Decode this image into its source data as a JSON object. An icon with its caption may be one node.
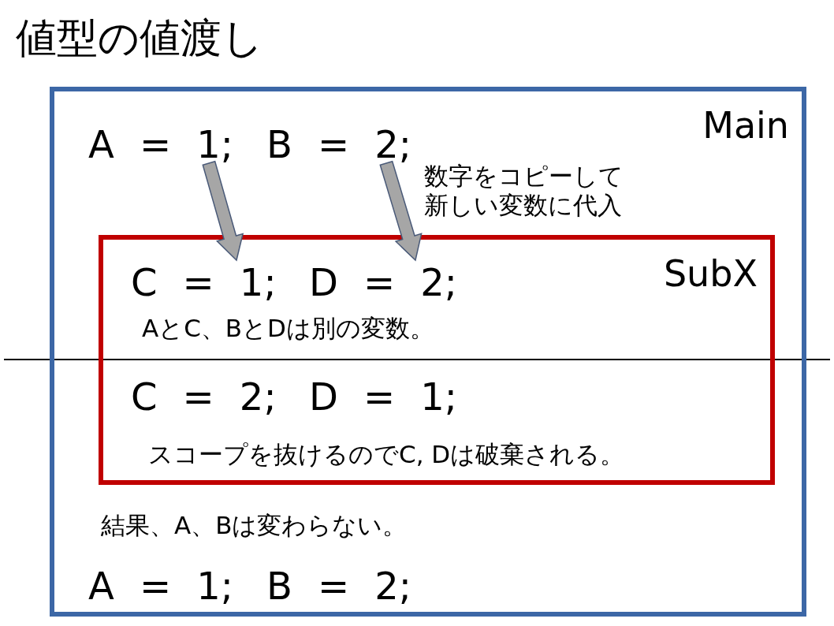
{
  "diagram": {
    "title": "値型の値渡し",
    "nodes": [
      {
        "text": [
          "Main"
        ]
      },
      {
        "text": [
          "A = 1;"
        ],
        "in": 0
      },
      {
        "text": [
          "B = 2;"
        ],
        "in": 0
      },
      {
        "text": [
          "SubX"
        ],
        "in": 0
      },
      {
        "text": [
          "C = 1;"
        ],
        "in": 3
      },
      {
        "text": [
          "D = 2;"
        ],
        "in": 3
      }
    ],
    "edges": [
      {
        "from": 1,
        "to": 4,
        "arrow": "to"
      },
      {
        "from": 2,
        "to": 5,
        "arrow": "to"
      }
    ],
    "labels": [
      "数字をコピーして新しい変数に代入",
      "AとC、BとDは別の変数。",
      "C = 2;",
      "D = 1;",
      "スコープを抜けるのでC, Dは破棄される。",
      "結果、A、Bは変わらない。",
      "A = 1;",
      "B = 2;"
    ]
  }
}
